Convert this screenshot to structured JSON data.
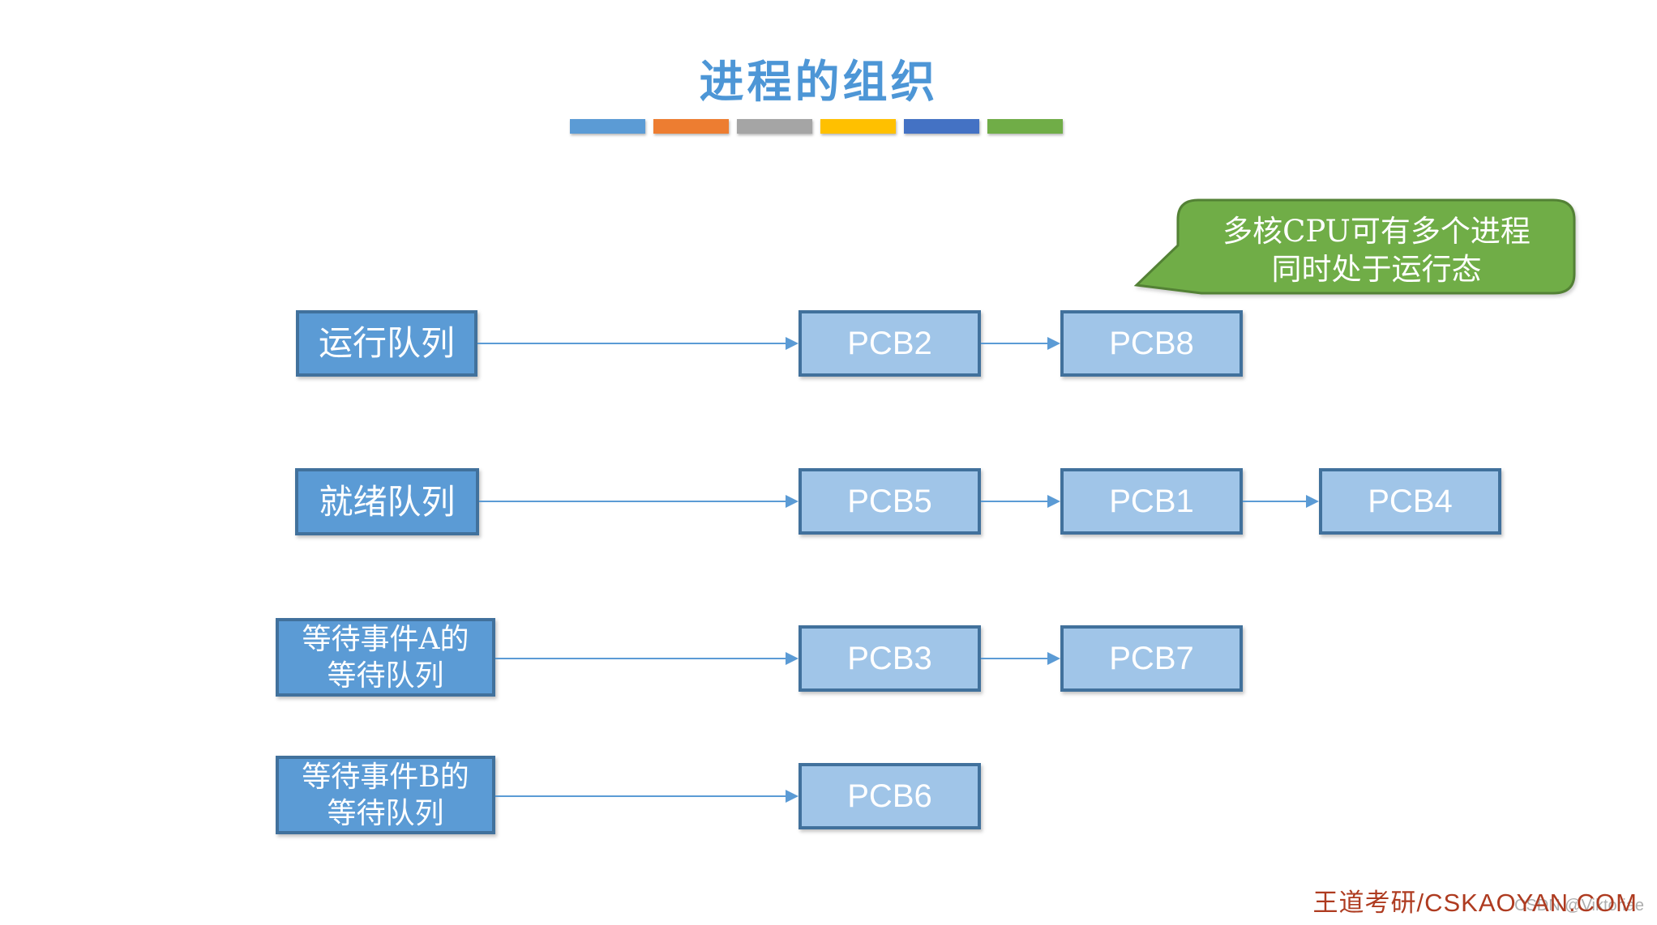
{
  "title": "进程的组织",
  "accent_bars": [
    "#5B9BD5",
    "#ED7D31",
    "#A5A5A5",
    "#FFC000",
    "#4472C4",
    "#70AD47"
  ],
  "colors": {
    "title": "#4D96D6",
    "label_box_fill": "#5B9BD5",
    "pcb_box_fill": "#A0C5E8",
    "box_border": "#41719C",
    "arrow": "#5B9BD5",
    "callout_fill": "#70AD47",
    "callout_border": "#538135",
    "watermark_red": "#AE3B20",
    "watermark_gray": "#999999"
  },
  "callout": {
    "line1": "多核CPU可有多个进程",
    "line2": "同时处于运行态"
  },
  "queues": [
    {
      "label_lines": [
        "运行队列"
      ],
      "pcbs": [
        "PCB2",
        "PCB8"
      ]
    },
    {
      "label_lines": [
        "就绪队列"
      ],
      "pcbs": [
        "PCB5",
        "PCB1",
        "PCB4"
      ]
    },
    {
      "label_lines": [
        "等待事件A的",
        "等待队列"
      ],
      "pcbs": [
        "PCB3",
        "PCB7"
      ]
    },
    {
      "label_lines": [
        "等待事件B的",
        "等待队列"
      ],
      "pcbs": [
        "PCB6"
      ]
    }
  ],
  "watermark": {
    "brand": "王道考研/CSKAOYAN.COM",
    "csdn": "CSDN @Viktoriae"
  }
}
